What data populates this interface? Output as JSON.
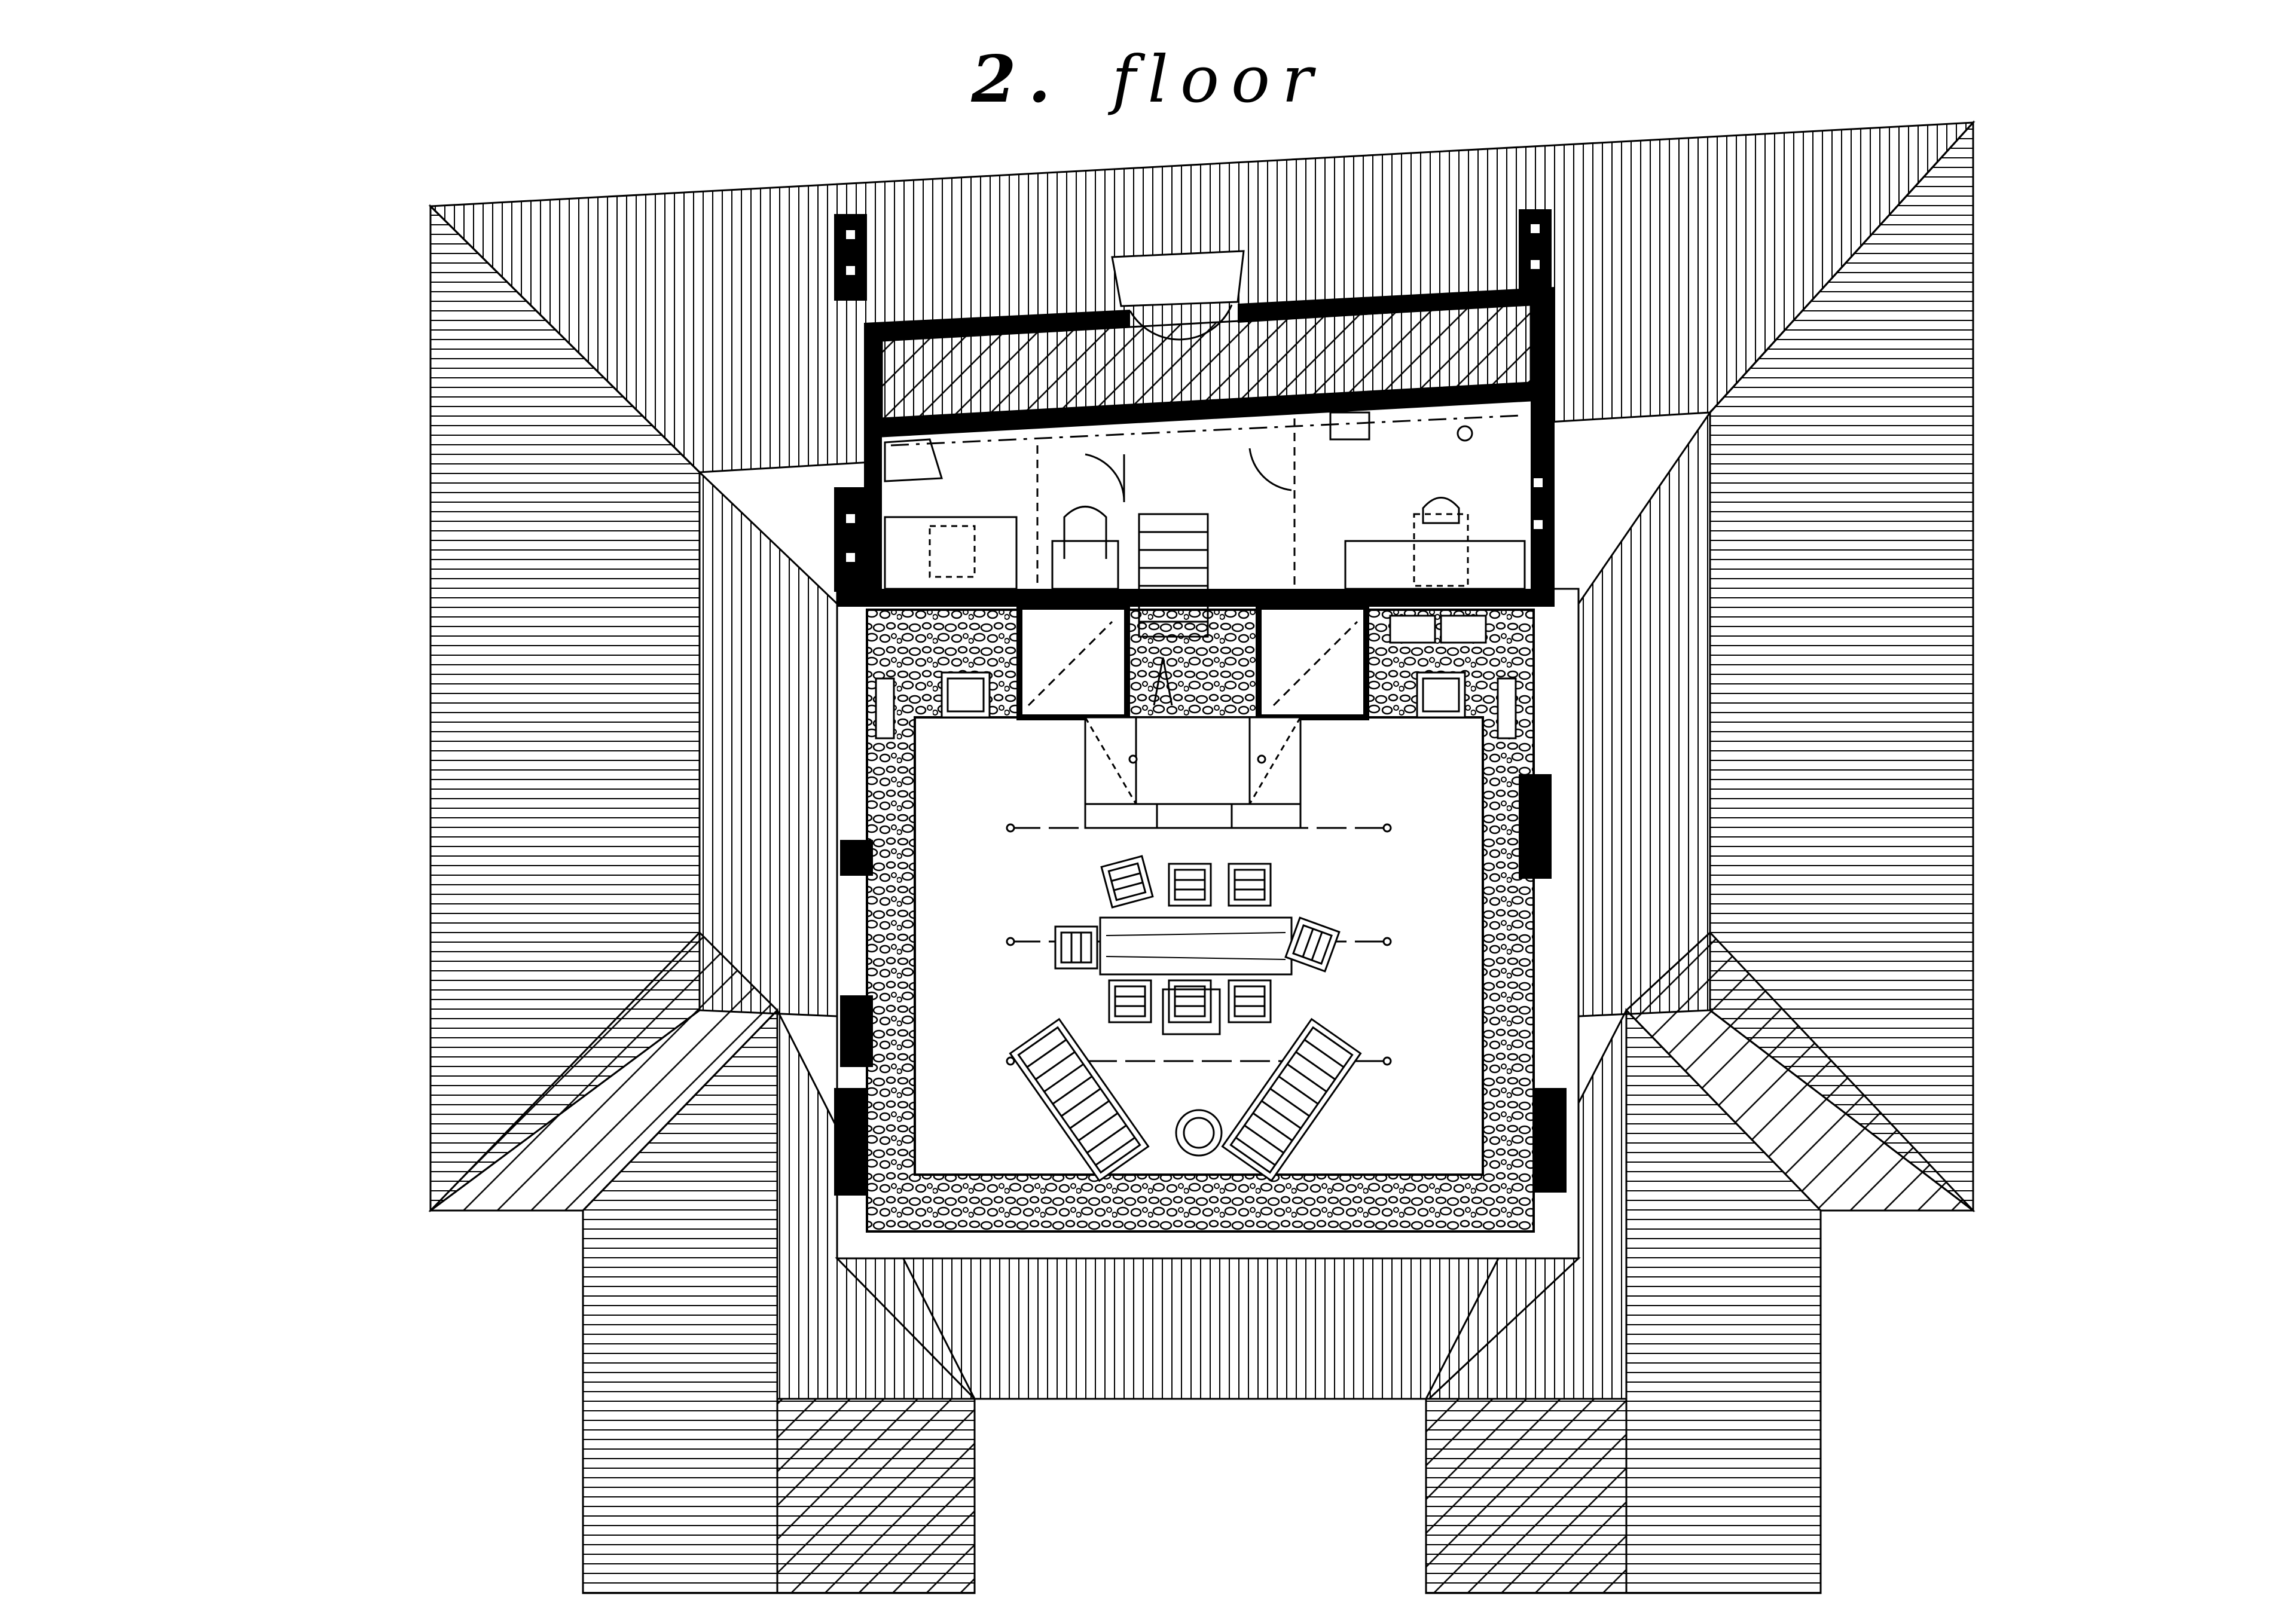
{
  "drawing": {
    "title_number": "2.",
    "title_word": "floor"
  },
  "colors": {
    "ink": "#000000",
    "paper": "#ffffff",
    "hatch": "#000000"
  },
  "features": {
    "roof": "hipped-roof-hatched",
    "walls": "solid-black-walls",
    "terrace": "stone-paved-terrace",
    "furniture": [
      "dining-table",
      "dining-chairs",
      "sun-loungers",
      "round-planter",
      "stairs",
      "bathroom-fixtures",
      "bed"
    ]
  }
}
